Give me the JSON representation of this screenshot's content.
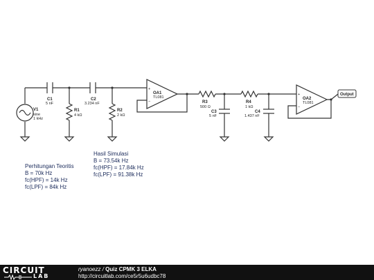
{
  "components": {
    "v1": {
      "name": "V1",
      "type": "sine",
      "freq": "1 kHz"
    },
    "c1": {
      "name": "C1",
      "value": "5 nF"
    },
    "r1": {
      "name": "R1",
      "value": "4 kΩ"
    },
    "c2": {
      "name": "C2",
      "value": "3.234 nF"
    },
    "r2": {
      "name": "R2",
      "value": "2 kΩ"
    },
    "oa1": {
      "name": "OA1",
      "part": "TL081"
    },
    "r3": {
      "name": "R3",
      "value": "500 Ω"
    },
    "c3": {
      "name": "C3",
      "value": "5 nF"
    },
    "r4": {
      "name": "R4",
      "value": "1 kΩ"
    },
    "c4": {
      "name": "C4",
      "value": "1.437 nF"
    },
    "oa2": {
      "name": "OA2",
      "part": "TL081"
    },
    "output": {
      "label": "Output"
    }
  },
  "opamp_signs": {
    "plus": "+",
    "minus": "−"
  },
  "notes": {
    "simulation": {
      "title": "Hasil Simulasi",
      "lines": [
        "B = 73.54k Hz",
        "fc(HPF) = 17.84k Hz",
        "fc(LPF) = 91.38k Hz"
      ]
    },
    "theory": {
      "title": "Perhitungan Teoritis",
      "lines": [
        "B = 70k Hz",
        "fc(HPF) = 14k Hz",
        "fc(LPF) = 84k Hz"
      ]
    }
  },
  "footer": {
    "logo_top": "CIRCUIT",
    "logo_bottom": "LAB",
    "author": "ryanoezz",
    "separator": " / ",
    "title": "Quiz CPMK 3 ELKA",
    "url": "http://circuitlab.com/ce5r5u6udbc78"
  },
  "colors": {
    "wire": "#333333",
    "note_text": "#1a2a5a",
    "footer_bg": "#111111"
  }
}
